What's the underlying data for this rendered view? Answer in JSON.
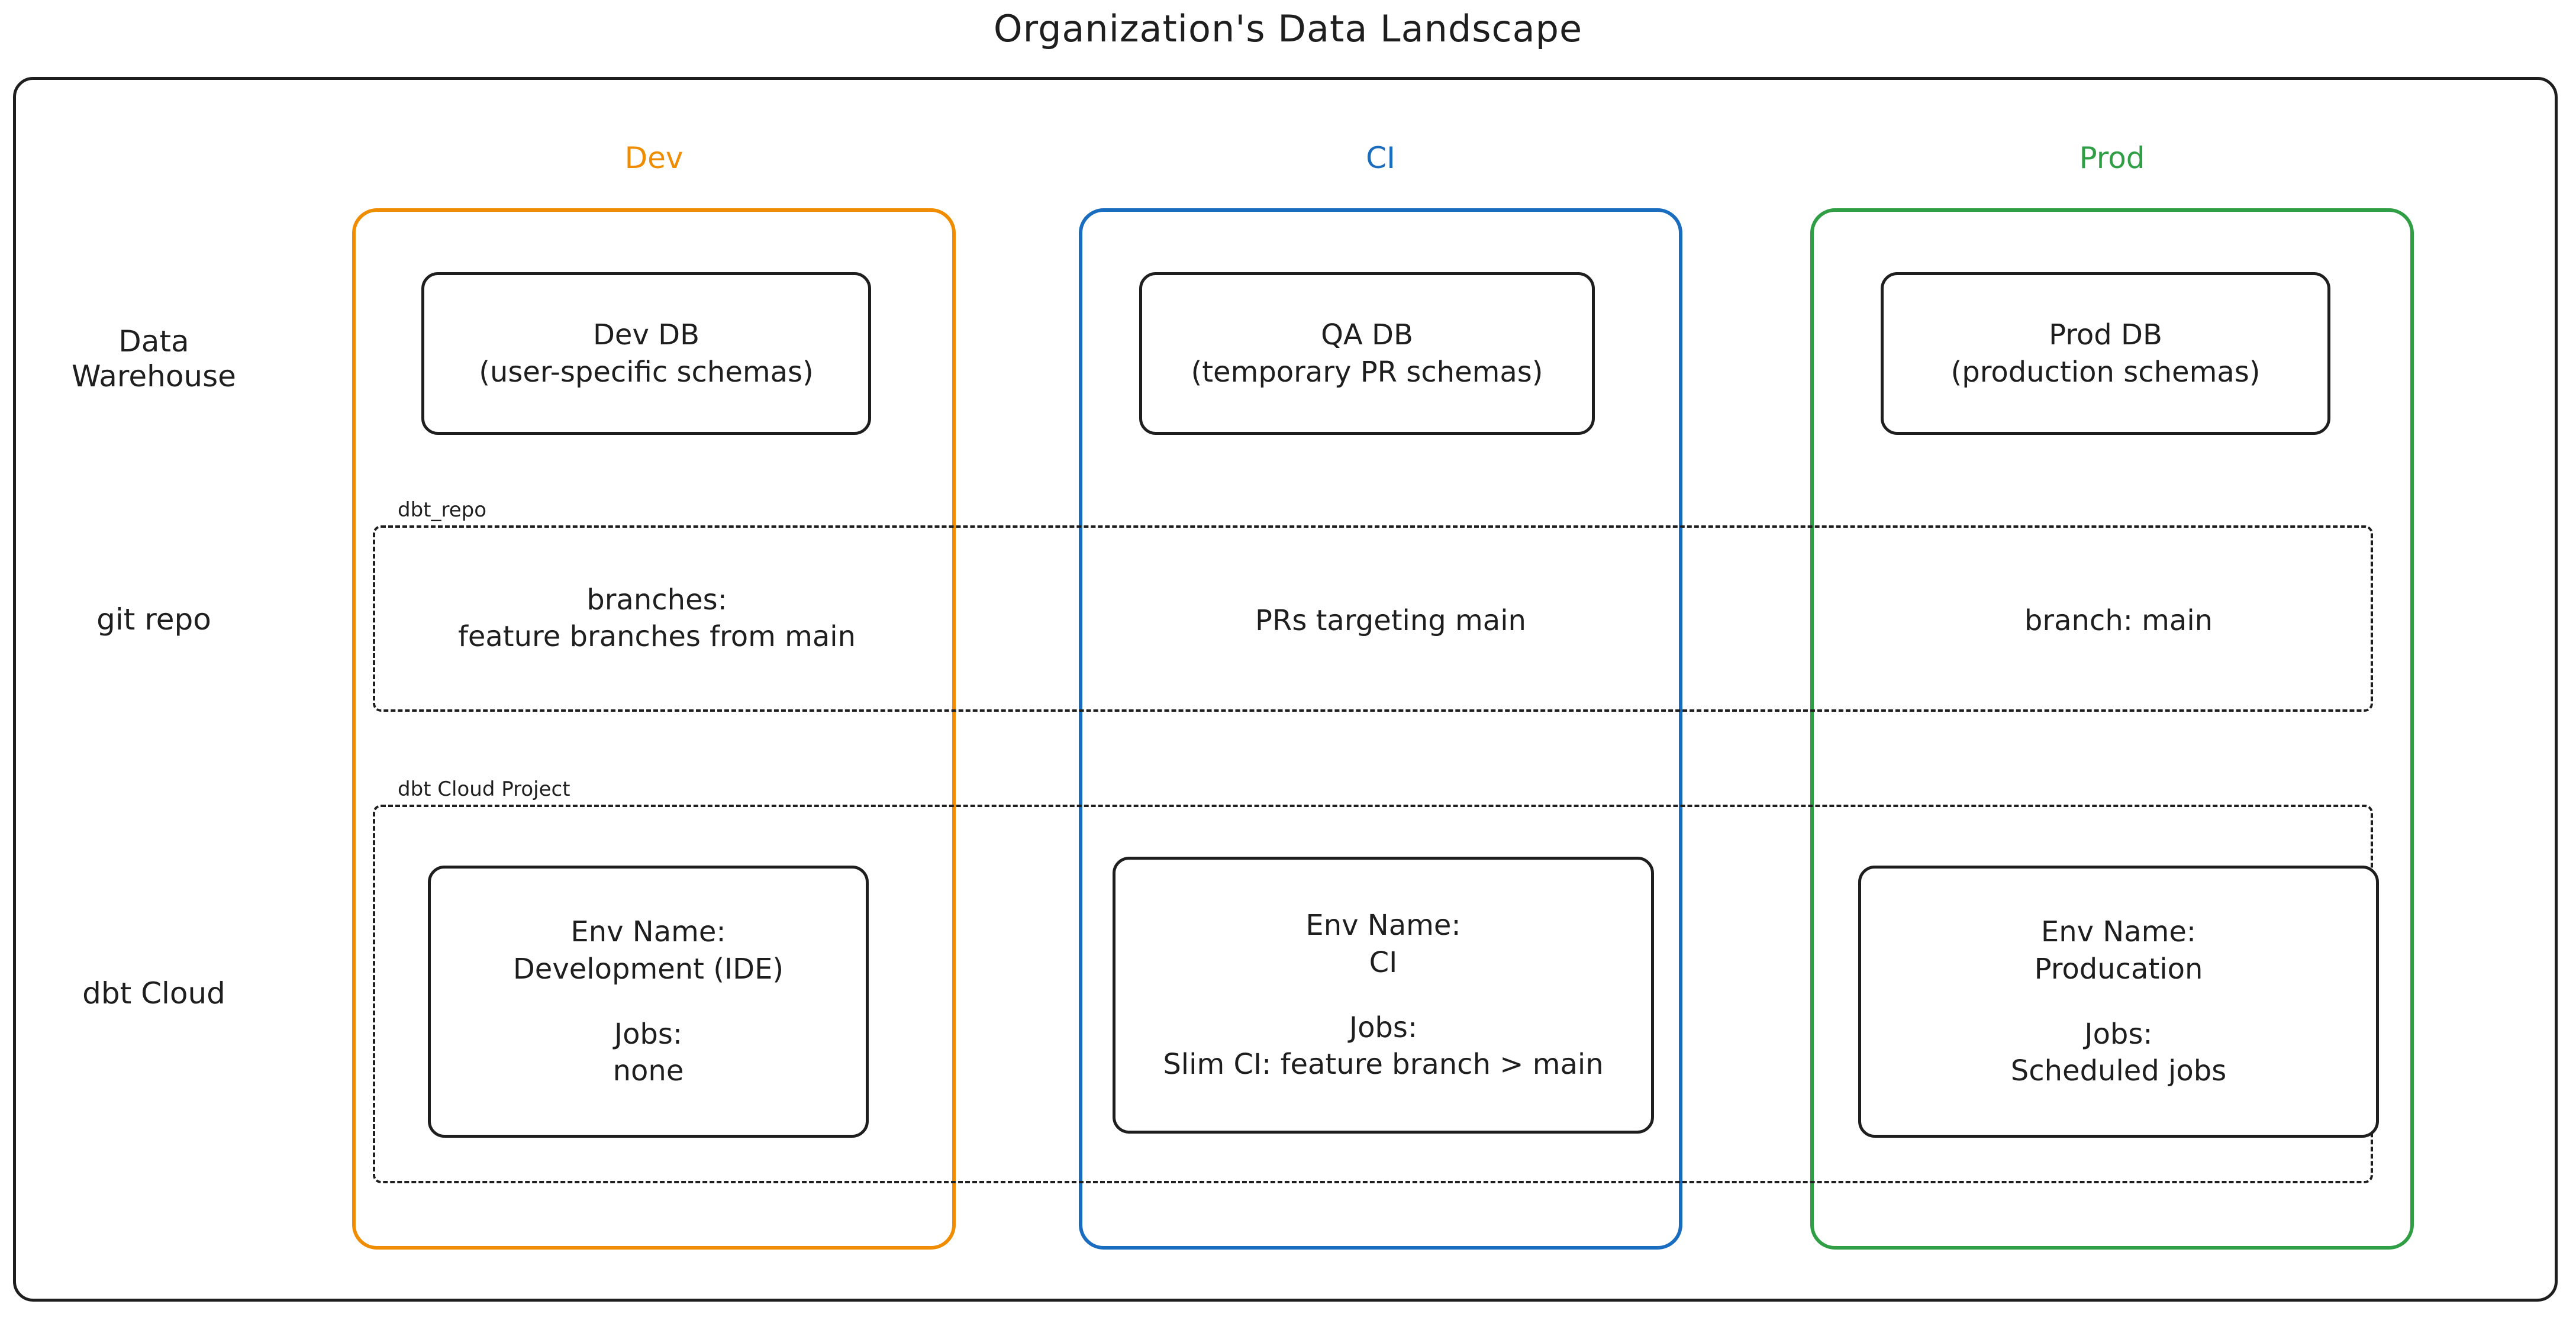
{
  "title": "Organization's Data Landscape",
  "columns": [
    {
      "id": "dev",
      "label": "Dev",
      "color": "#f08c00"
    },
    {
      "id": "ci",
      "label": "CI",
      "color": "#1a6cbf"
    },
    {
      "id": "prod",
      "label": "Prod",
      "color": "#2f9e44"
    }
  ],
  "rows": [
    {
      "id": "warehouse",
      "label_line1": "Data",
      "label_line2": "Warehouse"
    },
    {
      "id": "gitrepo",
      "label_line1": "git repo",
      "label_line2": ""
    },
    {
      "id": "dbtcloud",
      "label_line1": "dbt Cloud",
      "label_line2": ""
    }
  ],
  "groups": {
    "git_repo": {
      "tag": "dbt_repo"
    },
    "dbt_cloud_project": {
      "tag": "dbt Cloud Project"
    }
  },
  "warehouse": {
    "dev": {
      "line1": "Dev DB",
      "line2": "(user-specific schemas)"
    },
    "ci": {
      "line1": "QA DB",
      "line2": "(temporary PR schemas)"
    },
    "prod": {
      "line1": "Prod DB",
      "line2": "(production schemas)"
    }
  },
  "git_repo": {
    "dev": {
      "line1": "branches:",
      "line2": "feature branches from main"
    },
    "ci": {
      "line1": "PRs targeting main",
      "line2": ""
    },
    "prod": {
      "line1": "branch: main",
      "line2": ""
    }
  },
  "dbt_cloud": {
    "dev": {
      "env_name_label": "Env Name:",
      "env_name_value": "Development (IDE)",
      "jobs_label": "Jobs:",
      "jobs_value": "none"
    },
    "ci": {
      "env_name_label": "Env Name:",
      "env_name_value": "CI",
      "jobs_label": "Jobs:",
      "jobs_value": "Slim CI: feature branch > main"
    },
    "prod": {
      "env_name_label": "Env Name:",
      "env_name_value": "Producation",
      "jobs_label": "Jobs:",
      "jobs_value": "Scheduled jobs"
    }
  }
}
